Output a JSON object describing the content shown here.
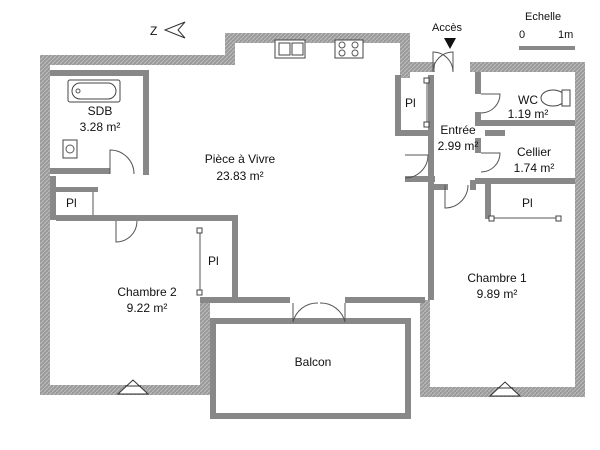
{
  "compass": {
    "label": "Z"
  },
  "entrance": {
    "label": "Accès"
  },
  "scale": {
    "title": "Echelle",
    "start": "0",
    "end": "1m"
  },
  "rooms": {
    "living": {
      "name": "Pièce à Vivre",
      "area": "23.83 m²"
    },
    "bathroom": {
      "name": "SDB",
      "area": "3.28 m²"
    },
    "wc": {
      "name": "WC",
      "area": "1.19 m²"
    },
    "hall": {
      "name": "Entrée",
      "area": "2.99 m²"
    },
    "storage": {
      "name": "Cellier",
      "area": "1.74 m²"
    },
    "bedroom2": {
      "name": "Chambre 2",
      "area": "9.22 m²"
    },
    "bedroom1": {
      "name": "Chambre 1",
      "area": "9.89 m²"
    },
    "balcony": {
      "name": "Balcon"
    }
  },
  "closet_label": "Pl",
  "colors": {
    "wall": "#888888",
    "line": "#555555",
    "background": "#ffffff"
  }
}
